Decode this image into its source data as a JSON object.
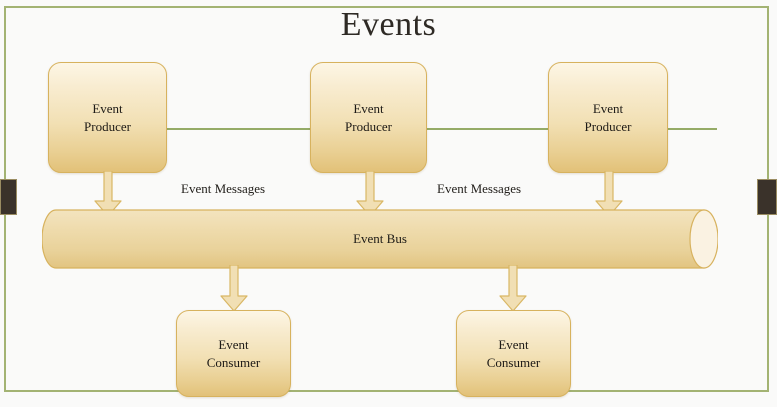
{
  "slide": {
    "title": "Events",
    "frame_color": "#a3b373",
    "background": "#fafaf9"
  },
  "diagram": {
    "type": "event-bus-architecture",
    "node_fill_top": "#fdf6e5",
    "node_fill_bottom": "#e2c178",
    "node_border": "#d7b25e",
    "arrow_fill": "#f1dfb4",
    "arrow_border": "#d9b765",
    "bus_fill": "#ecd9a9",
    "bus_cap_fill": "#faf2e2",
    "connector_color": "#95ab67"
  },
  "producers": [
    {
      "label": "Event\nProducer"
    },
    {
      "label": "Event\nProducer"
    },
    {
      "label": "Event\nProducer"
    }
  ],
  "bus": {
    "label": "Event Bus"
  },
  "consumers": [
    {
      "label": "Event\nConsumer"
    },
    {
      "label": "Event\nConsumer"
    }
  ],
  "annotations": [
    {
      "label": "Event Messages"
    },
    {
      "label": "Event Messages"
    }
  ],
  "edge_handles": [
    {
      "side": "left"
    },
    {
      "side": "right"
    }
  ]
}
